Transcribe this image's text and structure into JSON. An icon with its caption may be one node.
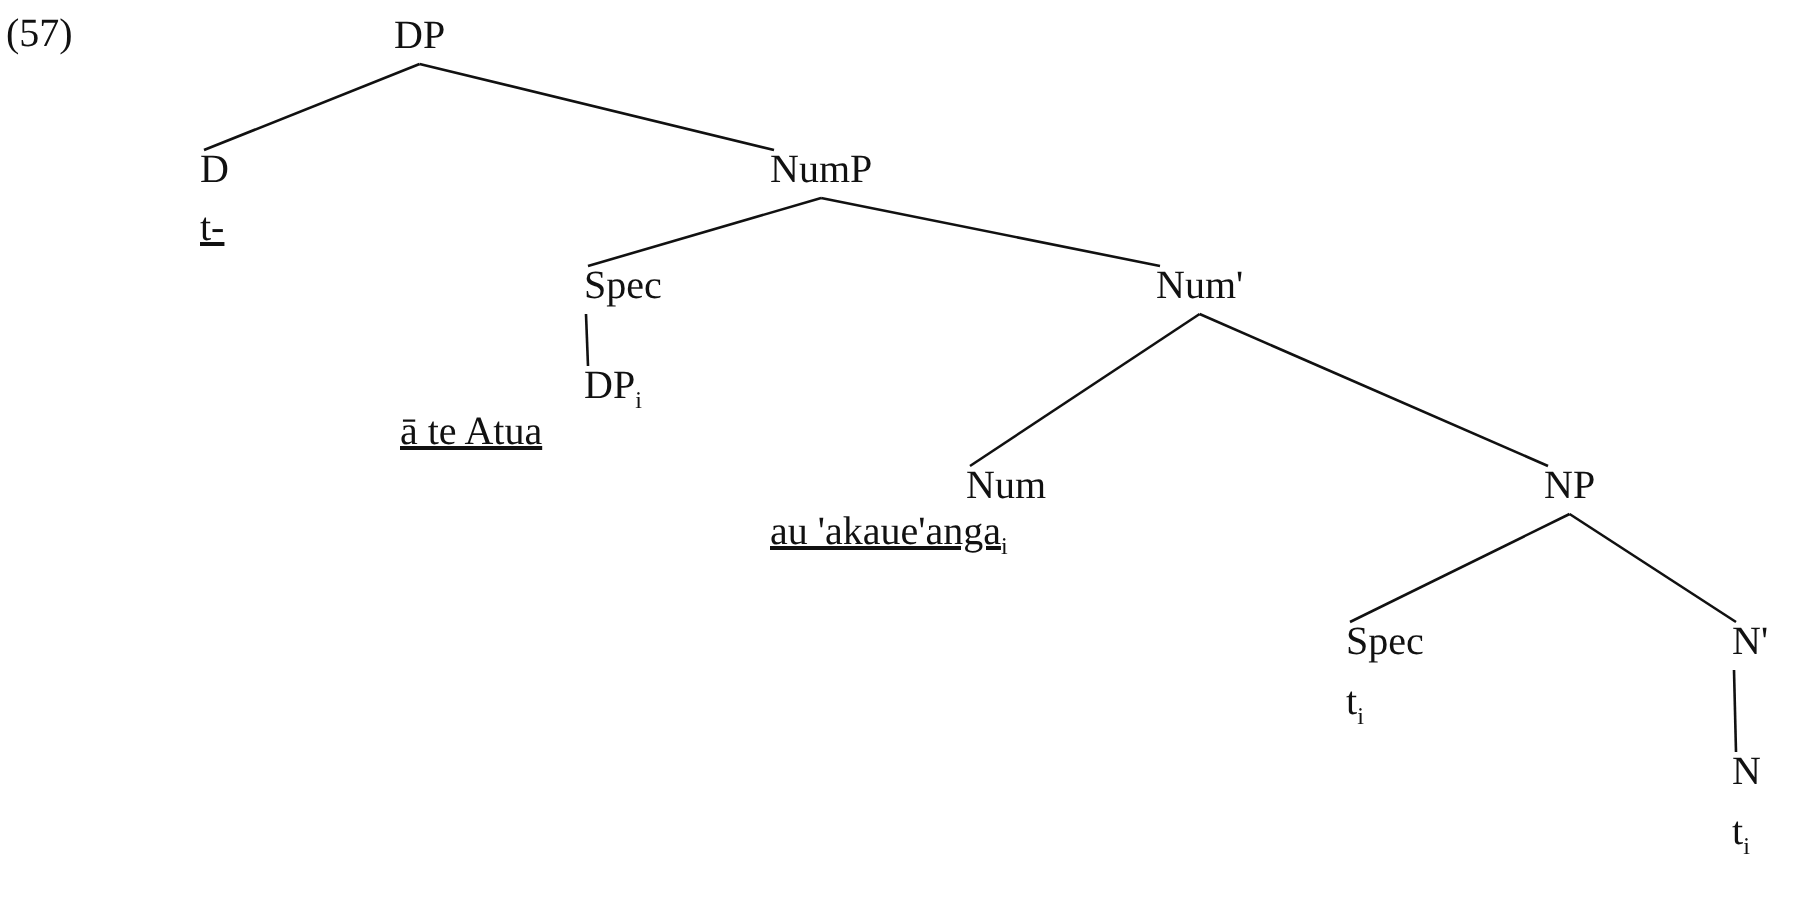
{
  "diagram": {
    "nodes": [
      {
        "text": [
          "DP"
        ]
      },
      {
        "text": [
          "D",
          "t-"
        ]
      },
      {
        "text": [
          "NumP"
        ]
      },
      {
        "text": [
          "Spec"
        ]
      },
      {
        "text": [
          "DP$_{i}$",
          "ā te Atua"
        ]
      },
      {
        "text": [
          "Num'"
        ]
      },
      {
        "text": [
          "Num",
          "au 'akaue'anga$_{i}$"
        ]
      },
      {
        "text": [
          "NP"
        ]
      },
      {
        "text": [
          "Spec",
          "t$_{i}$"
        ]
      },
      {
        "text": [
          "N'"
        ]
      },
      {
        "text": [
          "N",
          "t$_{i}$"
        ]
      }
    ],
    "edges": [
      {
        "from": 0,
        "to": 1,
        "arrow": "none"
      },
      {
        "from": 0,
        "to": 2,
        "arrow": "none"
      },
      {
        "from": 2,
        "to": 3,
        "arrow": "none"
      },
      {
        "from": 2,
        "to": 5,
        "arrow": "none"
      },
      {
        "from": 3,
        "to": 4,
        "arrow": "none"
      },
      {
        "from": 5,
        "to": 6,
        "arrow": "none"
      },
      {
        "from": 5,
        "to": 7,
        "arrow": "none"
      },
      {
        "from": 7,
        "to": 8,
        "arrow": "none"
      },
      {
        "from": 7,
        "to": 9,
        "arrow": "none"
      },
      {
        "from": 9,
        "to": 10,
        "arrow": "none"
      }
    ],
    "labels": [
      "(57)"
    ]
  }
}
